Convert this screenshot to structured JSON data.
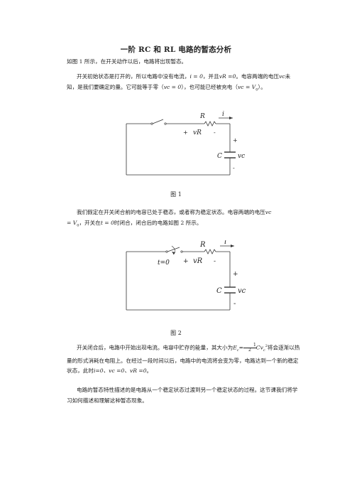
{
  "title": "一阶 RC 和 RL 电路的暂态分析",
  "intro": "如图 1 所示，在开关动作以后，电路将出现暂态。",
  "para_open": {
    "s1": "开关初始状态是打开的，所以电路中没有电流，",
    "i_eq": "i = 0",
    "s2": "，并且",
    "vr_eq": "vR =0",
    "s3": "。电容两端的电压",
    "vc": "vc",
    "s4": "未知，是我们要确定的量。它可能等于零（",
    "vc_zero": "vc = 0",
    "s5": "），也可能已经被充电（",
    "vc_v0": "vc = V",
    "v0_sub": "0",
    "s6": "）。"
  },
  "figure1": {
    "labels": {
      "R": "R",
      "i": "i",
      "plus_r": "+",
      "vR": "vR",
      "minus_r": "-",
      "plus_c": "+",
      "C": "C",
      "vc": "vc",
      "minus_c": "-"
    },
    "caption": "图 1"
  },
  "para_close": {
    "s1": "我们假定在开关闭合前的电容已处于稳态，或者称为稳定状态。电容两端的电压",
    "vc": "vc",
    "eq": "= V",
    "v0_sub": "0",
    "s2": "，开关在",
    "t_eq": "t = 0",
    "s3": "时闭合，闭合后的电路如图 2 所示。"
  },
  "figure2": {
    "labels": {
      "R": "R",
      "i": "i",
      "t0": "t=0",
      "plus_r": "+",
      "vR": "vR",
      "minus_r": "-",
      "plus_c": "+",
      "C": "C",
      "vc": "vc",
      "minus_c": "-"
    },
    "caption": "图 2"
  },
  "para_energy": {
    "s1": "开关闭合后，电路中开始出现电流。电容中贮存的能量，其大小为",
    "ec": "E",
    "ec_sub": "c",
    "eq": "=",
    "frac_num": "1",
    "frac_den": "2",
    "cv": "Cv",
    "cv_sub": "c",
    "cv_sup": "2",
    "s2": "将会逐渐以热量的形式消耗在电阻上。在经过一段时间以后，电路中的电流将会变为零，电路达到一个新的稳定状态，此时",
    "final": "i=0、vc =0、vR =0",
    "s3": "。"
  },
  "para_summary": "电路的暂态特性描述的是电路从一个稳定状态过渡到另一个稳定状态的过程。这节课我们将学习如何描述和理解这种暂态现象。"
}
